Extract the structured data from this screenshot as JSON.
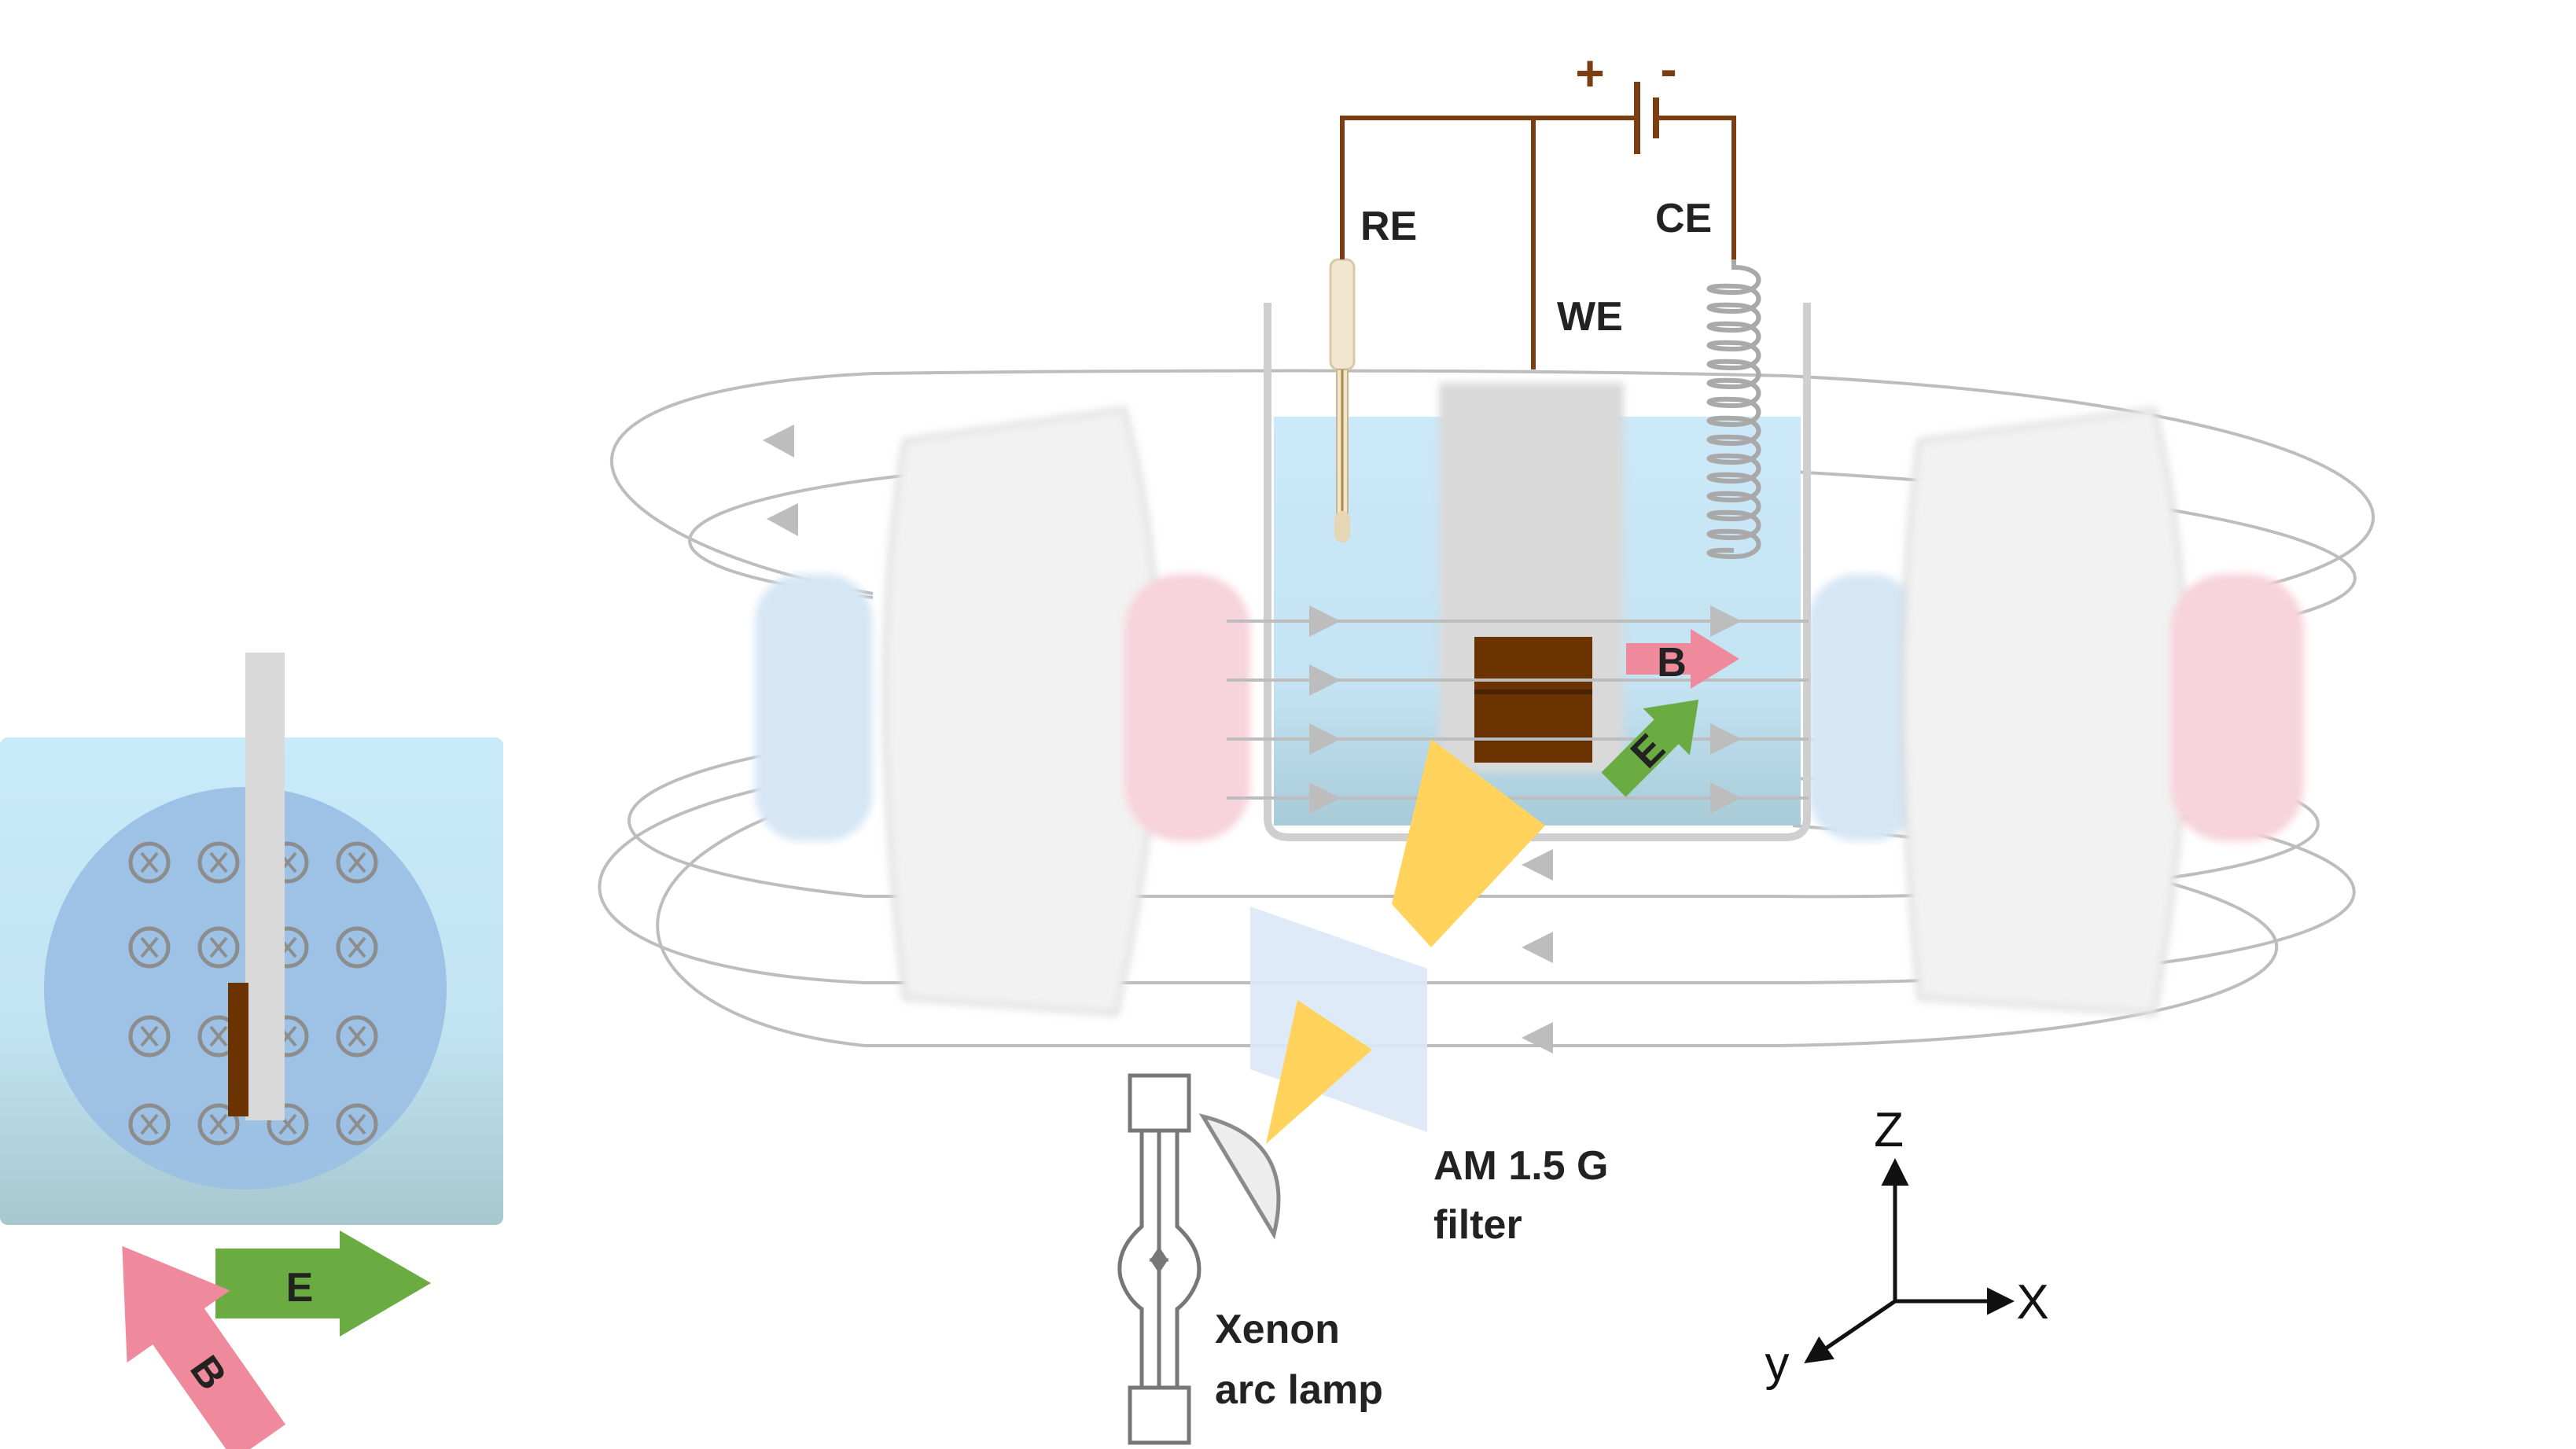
{
  "labels": {
    "re": "RE",
    "we": "WE",
    "ce": "CE",
    "plus": "+",
    "minus": "-",
    "b": "B",
    "e": "E",
    "filter_line1": "AM 1.5 G",
    "filter_line2": "filter",
    "lamp_line1": "Xenon",
    "lamp_line2": "arc lamp",
    "axis_z": "Z",
    "axis_x": "X",
    "axis_y": "y"
  },
  "colors": {
    "wire": "#7a3e12",
    "electrolyte": "#cbe9f8",
    "magnet_pink": "#f7d3dc",
    "magnet_blue": "#d6e6f5",
    "coil_body": "#f2f2f2",
    "light": "#ffd35c",
    "b_arrow": "#ee8a9c",
    "e_arrow": "#6aab42",
    "sample": "#6b3300",
    "field_lines": "#bdbdbd"
  },
  "icons": [
    "battery-icon",
    "spring-icon",
    "xenon-lamp-icon",
    "cross-symbol-icon"
  ]
}
